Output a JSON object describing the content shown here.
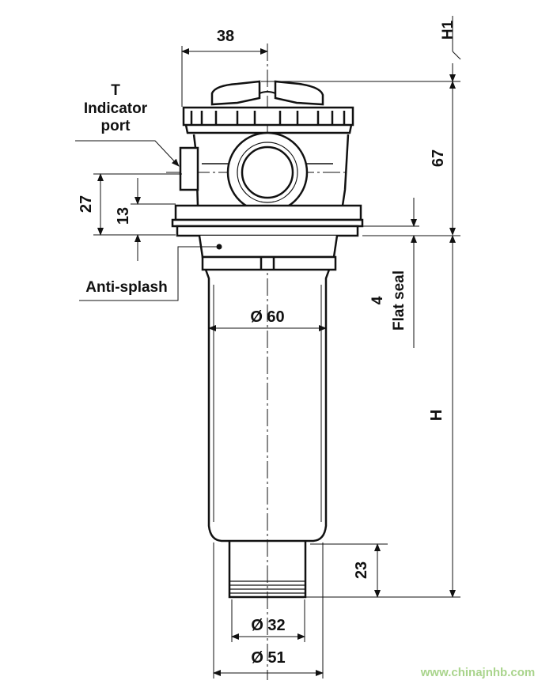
{
  "labels": {
    "dim_38": "38",
    "dim_h1": "H1",
    "dim_67": "67",
    "indicator_t": "T",
    "indicator_line1": "Indicator",
    "indicator_line2": "port",
    "dim_27": "27",
    "dim_13": "13",
    "anti_splash": "Anti-splash",
    "dim_60": "Ø 60",
    "flat_seal_value": "4",
    "flat_seal": "Flat seal",
    "dim_h": "H",
    "dim_23": "23",
    "dim_32": "Ø 32",
    "dim_51": "Ø 51"
  },
  "watermark": "www.chinajnhb.com",
  "colors": {
    "line": "#111111",
    "watermark": "#a9d48c"
  }
}
